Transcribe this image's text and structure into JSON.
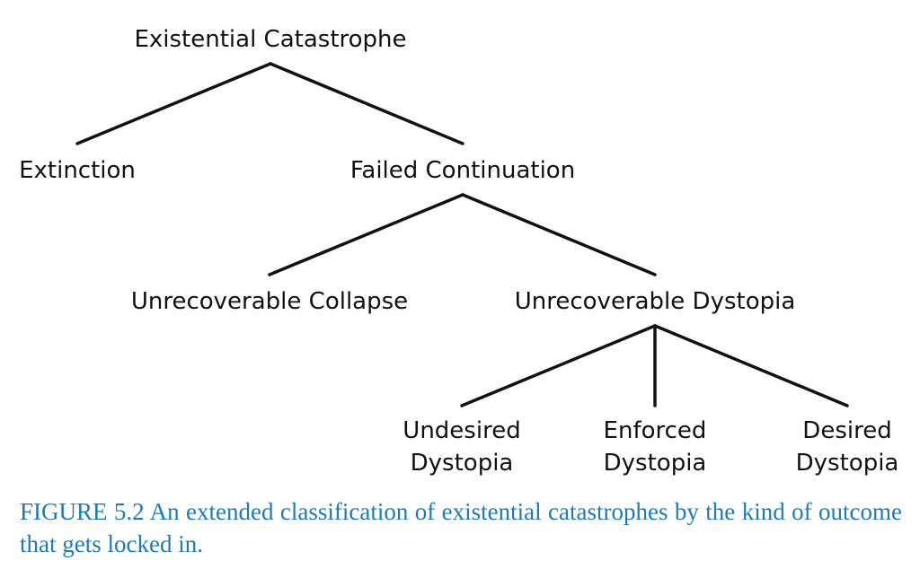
{
  "diagram": {
    "root": "Existential Catastrophe",
    "level1": {
      "extinction": "Extinction",
      "failed_continuation": "Failed Continuation"
    },
    "level2": {
      "unrecoverable_collapse": "Unrecoverable Collapse",
      "unrecoverable_dystopia": "Unrecoverable Dystopia"
    },
    "level3": {
      "undesired": [
        "Undesired",
        "Dystopia"
      ],
      "enforced": [
        "Enforced",
        "Dystopia"
      ],
      "desired": [
        "Desired",
        "Dystopia"
      ]
    }
  },
  "caption": {
    "text": "FIGURE 5.2 An extended classification of existential catastrophes by the kind of outcome that gets locked in.",
    "color": "#1f7ab5"
  },
  "colors": {
    "text": "#111111",
    "lines": "#111111",
    "background": "#ffffff"
  }
}
